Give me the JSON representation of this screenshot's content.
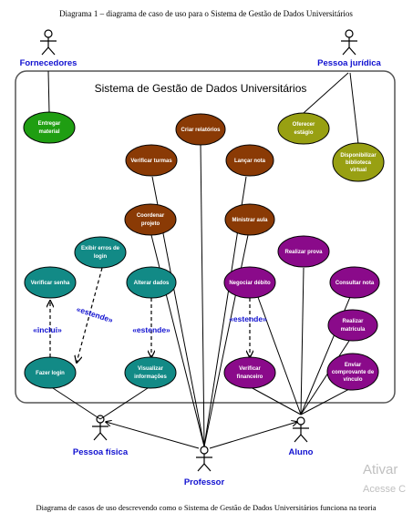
{
  "title": "Diagrama 1 – diagrama de caso de uso para o Sistema de Gestão de Dados Universitários",
  "caption": "Diagrama de casos de uso descrevendo como o Sistema de Gestão de Dados Universitários funciona na teoria",
  "system_label": "Sistema de Gestão de Dados Universitários",
  "watermark": {
    "line1": "Ativar",
    "line2": "Acesse C"
  },
  "colors": {
    "green": "#1f9e12",
    "brown": "#8a3a05",
    "olive": "#98a012",
    "teal": "#128a86",
    "purple": "#8a0a8a",
    "actor_label": "#1010d0"
  },
  "actors": {
    "fornecedores": "Fornecedores",
    "juridica": "Pessoa jurídica",
    "fisica": "Pessoa física",
    "professor": "Professor",
    "aluno": "Aluno"
  },
  "usecases": {
    "entregar": [
      "Entregar",
      "material"
    ],
    "criar": [
      "Criar relatórios"
    ],
    "oferecer": [
      "Oferecer",
      "estágio"
    ],
    "verificar_turmas": [
      "Verificar turmas"
    ],
    "lancar": [
      "Lançar nota"
    ],
    "biblioteca": [
      "Disponibilizar",
      "biblioteca",
      "virtual"
    ],
    "coordenar": [
      "Coordenar",
      "projeto"
    ],
    "ministrar": [
      "Ministrar aula"
    ],
    "exibir": [
      "Exibir erros de",
      "login"
    ],
    "realizar_prova": [
      "Realizar prova"
    ],
    "verificar_senha": [
      "Verificar senha"
    ],
    "alterar": [
      "Alterar dados"
    ],
    "negociar": [
      "Negociar débito"
    ],
    "consultar": [
      "Consultar nota"
    ],
    "matricula": [
      "Realizar",
      "matrícula"
    ],
    "fazer_login": [
      "Fazer login"
    ],
    "visualizar": [
      "Visualizar",
      "informações"
    ],
    "verificar_fin": [
      "Verificar",
      "financeiro"
    ],
    "comprovante": [
      "Enviar",
      "comprovante de",
      "vínculo"
    ]
  },
  "relations": {
    "inclui": "«inclui»",
    "estende_1": "«estende»",
    "estende_2": "«estende»",
    "estende_3": "«estende»"
  }
}
